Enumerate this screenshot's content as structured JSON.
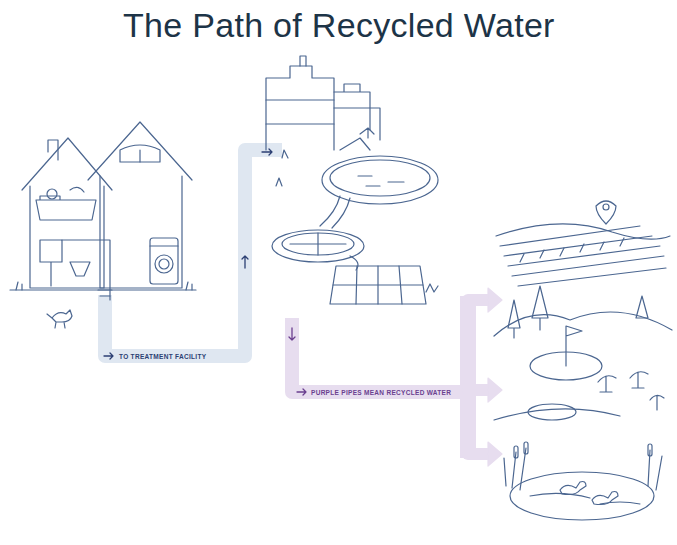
{
  "diagram": {
    "title": "The Path of Recycled Water",
    "labels": [
      "TO TREATMENT FACILITY",
      "PURPLE PIPES MEAN RECYCLED WATER"
    ]
  }
}
